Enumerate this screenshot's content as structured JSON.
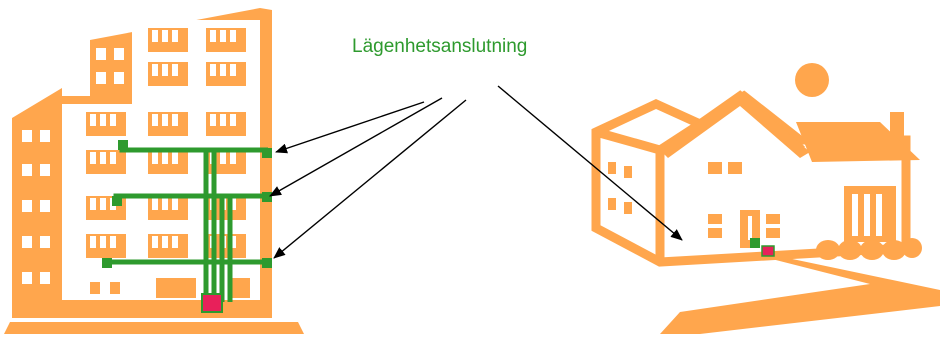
{
  "diagram": {
    "label": "Lägenhetsanslutning",
    "colors": {
      "building": "#ffa64d",
      "pipe": "#2e9a2e",
      "node": "#e8205a",
      "arrow": "#000000",
      "background": "#ffffff"
    },
    "objects": [
      "apartment-building",
      "detached-house",
      "sun"
    ],
    "arrow_count": 4
  }
}
